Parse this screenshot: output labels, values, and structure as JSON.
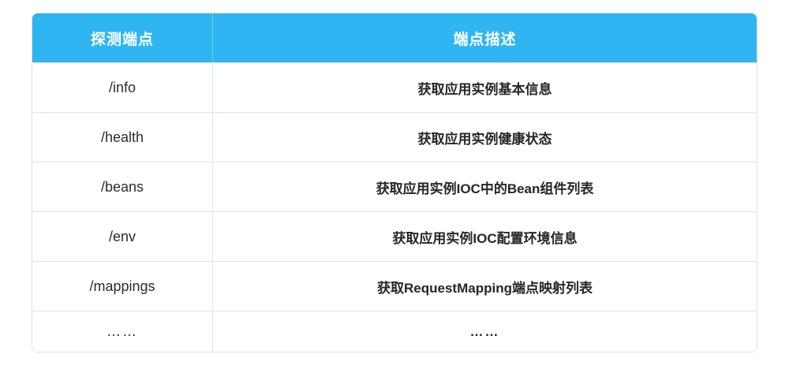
{
  "table": {
    "headers": {
      "endpoint": "探测端点",
      "description": "端点描述"
    },
    "rows": [
      {
        "endpoint": "/info",
        "description": "获取应用实例基本信息"
      },
      {
        "endpoint": "/health",
        "description": "获取应用实例健康状态"
      },
      {
        "endpoint": "/beans",
        "description": "获取应用实例IOC中的Bean组件列表"
      },
      {
        "endpoint": "/env",
        "description": "获取应用实例IOC配置环境信息"
      },
      {
        "endpoint": "/mappings",
        "description": "获取RequestMapping端点映射列表"
      },
      {
        "endpoint": "……",
        "description": "……"
      }
    ],
    "colors": {
      "header_bg": "#2FB5F2",
      "header_text": "#FFFFFF",
      "border": "#DBE4EE",
      "cell_text": "#333333"
    }
  }
}
